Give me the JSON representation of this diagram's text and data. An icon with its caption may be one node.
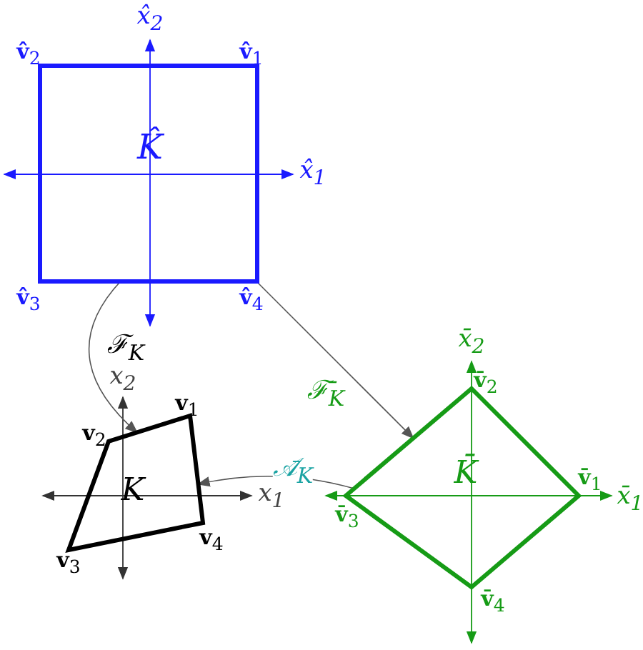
{
  "diagram": {
    "nodes": [
      {
        "text": [
          "K̂"
        ],
        "beside": [
          "**v̂**$_{1}$",
          "**v̂**$_{2}$",
          "**v̂**$_{3}$",
          "**v̂**$_{4}$"
        ]
      },
      {
        "text": [
          "K"
        ],
        "beside": [
          "**v**$_{1}$",
          "**v**$_{2}$",
          "**v**$_{3}$",
          "**v**$_{4}$"
        ]
      },
      {
        "text": [
          "K̄"
        ],
        "beside": [
          "**v̄**$_{1}$",
          "**v̄**$_{2}$",
          "**v̄**$_{3}$",
          "**v̄**$_{4}$"
        ]
      }
    ],
    "edges": [
      {
        "from": 0,
        "to": 1,
        "arrow": "to",
        "label": "ℱ$_{K}$"
      },
      {
        "from": 0,
        "to": 2,
        "arrow": "to",
        "label": "ℱ̄$_{K}$"
      },
      {
        "from": 2,
        "to": 1,
        "arrow": "to",
        "label": "𝒜̄$_{K}$"
      }
    ],
    "labels": [
      "x̂$_{2}$",
      "x̂$_{1}$",
      "x$_{2}$",
      "x$_{1}$",
      "x̄$_{2}$",
      "x̄$_{1}$"
    ]
  }
}
